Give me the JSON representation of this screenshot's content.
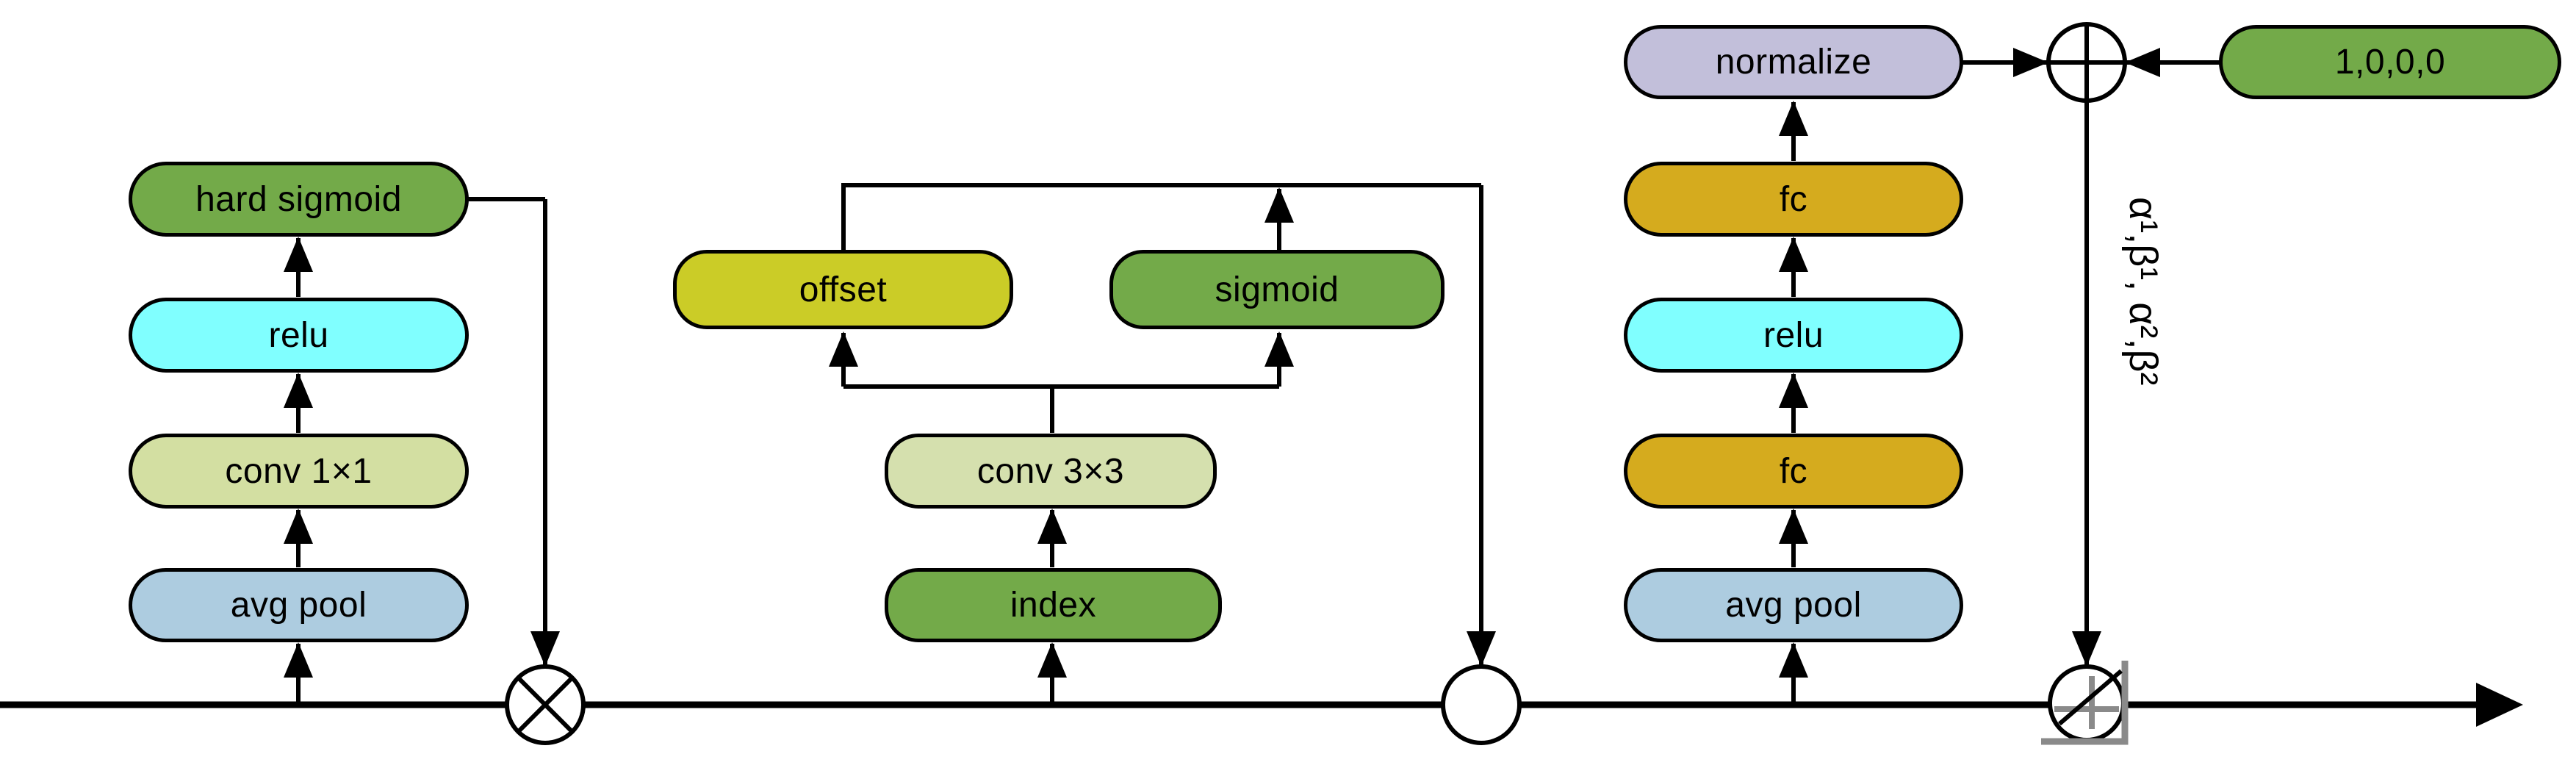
{
  "diagram": {
    "type": "neural-network-block-diagram",
    "blocks": {
      "hard_sigmoid": {
        "label": "hard sigmoid",
        "color": "#73aa49"
      },
      "relu_left": {
        "label": "relu",
        "color": "#80ffff"
      },
      "conv1x1": {
        "label": "conv 1×1",
        "color": "#d3dfa2"
      },
      "avg_pool_left": {
        "label": "avg pool",
        "color": "#adcce0"
      },
      "offset": {
        "label": "offset",
        "color": "#cbcc27"
      },
      "sigmoid": {
        "label": "sigmoid",
        "color": "#73aa49"
      },
      "conv3x3": {
        "label": "conv 3×3",
        "color": "#d5e0ae"
      },
      "index": {
        "label": "index",
        "color": "#73aa49"
      },
      "normalize": {
        "label": "normalize",
        "color": "#c2bfda"
      },
      "fc_top": {
        "label": "fc",
        "color": "#d5ab1e"
      },
      "relu_right": {
        "label": "relu",
        "color": "#80ffff"
      },
      "fc_bottom": {
        "label": "fc",
        "color": "#d5ab1e"
      },
      "avg_pool_right": {
        "label": "avg pool",
        "color": "#adcce0"
      },
      "constant": {
        "label": "1,0,0,0",
        "color": "#73aa49"
      }
    },
    "annotation": {
      "coefficients": "α¹,β¹, α²,β²"
    },
    "operators": {
      "multiply": "circle with X (elementwise multiply)",
      "sample": "empty circle (sampling junction)",
      "add": "circle with plus (add)",
      "affine": "circle with linear-function plot (affine transform)"
    },
    "colors": {
      "line": "#000000",
      "axis_gray": "#8a8a8a",
      "background": "#ffffff"
    }
  }
}
